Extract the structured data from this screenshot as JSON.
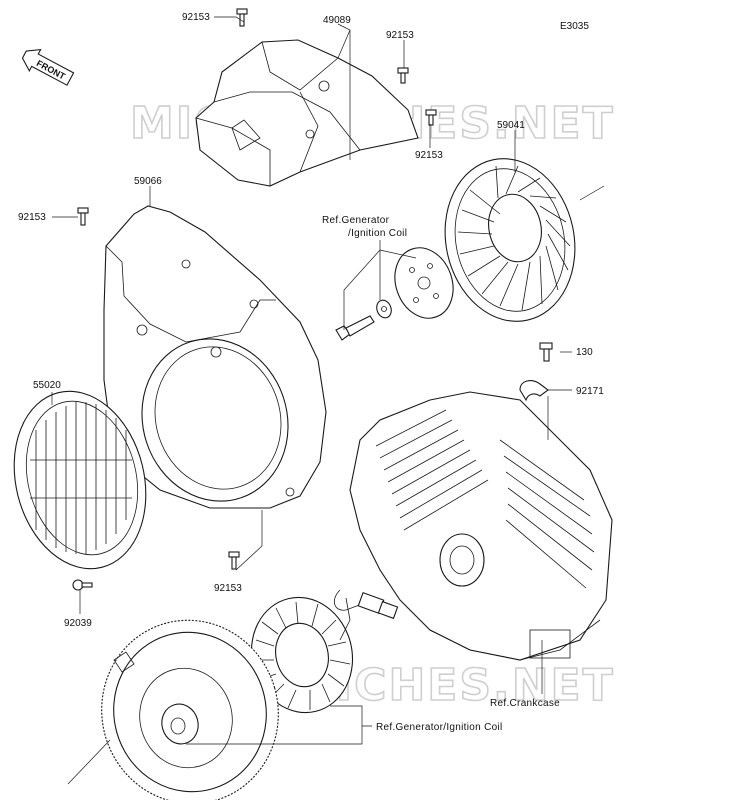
{
  "diagram_code": "E3035",
  "front_badge": "FRONT",
  "watermark": "MICROFICHES.NET",
  "parts": {
    "bolt_top_left": "92153",
    "cover_top": "49089",
    "bolt_top_right": "92153",
    "bolt_mid_right": "92153",
    "fan": "59041",
    "shroud": "59066",
    "bolt_left": "92153",
    "screen": "55020",
    "bolt_130": "130",
    "clamp": "92171",
    "bolt_lower": "92153",
    "screw_lower_left": "92039"
  },
  "references": {
    "generator_ignition_top": "Ref.Generator\n/Ignition Coil",
    "generator_ignition_top_line1": "Ref.Generator",
    "generator_ignition_top_line2": "/Ignition Coil",
    "crankcase": "Ref.Crankcase",
    "generator_ignition_bottom": "Ref.Generator/Ignition Coil"
  }
}
